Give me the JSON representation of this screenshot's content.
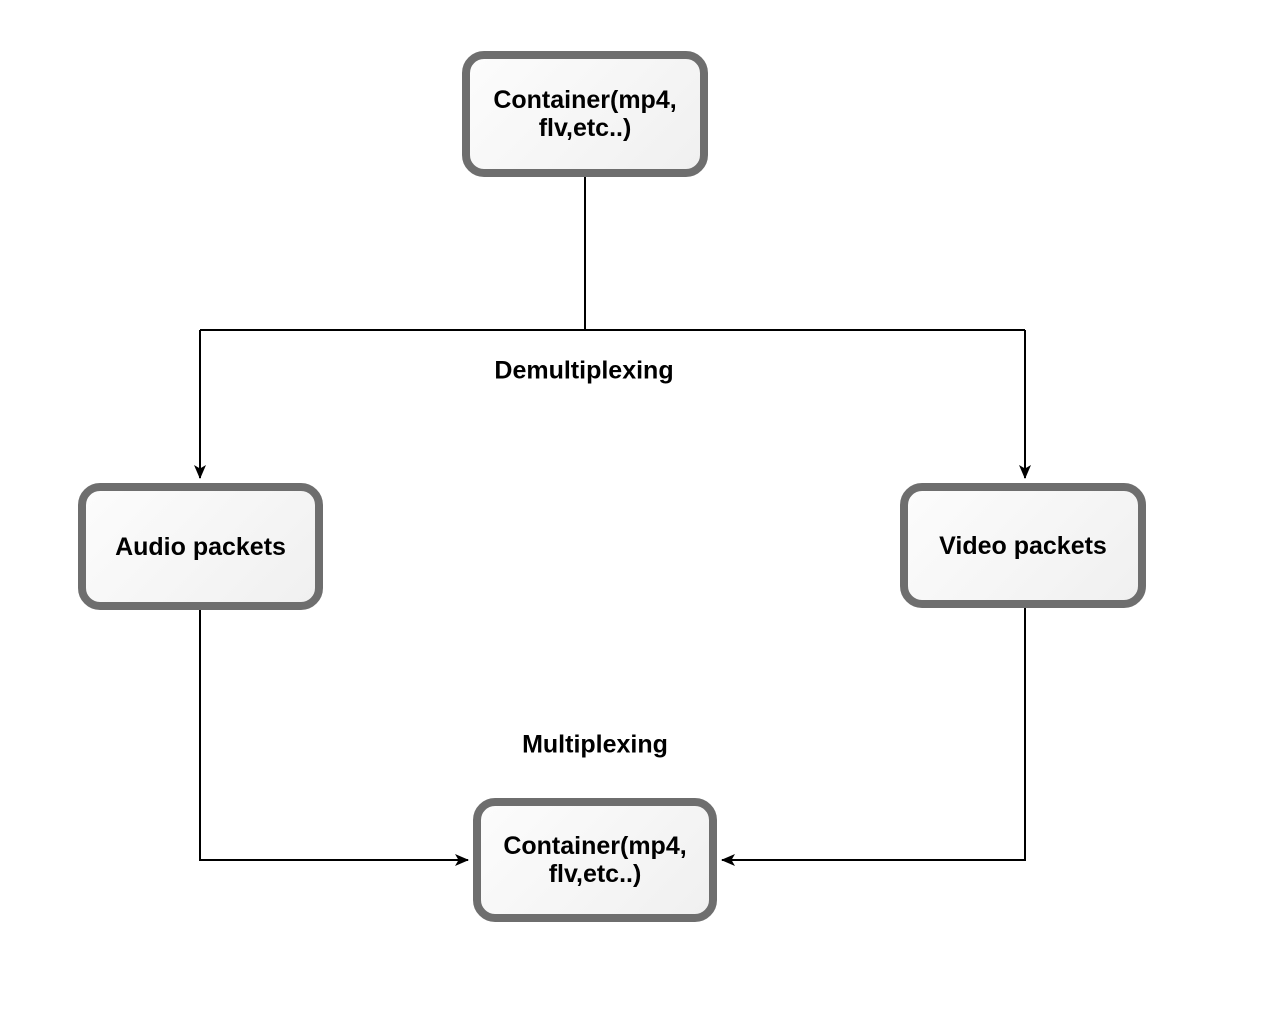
{
  "diagram": {
    "type": "flowchart",
    "nodes": [
      {
        "id": "container-source",
        "label": "Container(mp4, flv,etc..)"
      },
      {
        "id": "audio-packets",
        "label": "Audio packets"
      },
      {
        "id": "video-packets",
        "label": "Video packets"
      },
      {
        "id": "container-output",
        "label": "Container(mp4, flv,etc..)"
      }
    ],
    "edge_labels": [
      {
        "id": "demultiplexing",
        "text": "Demultiplexing"
      },
      {
        "id": "multiplexing",
        "text": "Multiplexing"
      }
    ],
    "edges": [
      {
        "from": "container-source",
        "to": "audio-packets",
        "label": "Demultiplexing",
        "arrow": "down"
      },
      {
        "from": "container-source",
        "to": "video-packets",
        "label": "Demultiplexing",
        "arrow": "down"
      },
      {
        "from": "audio-packets",
        "to": "container-output",
        "label": "Multiplexing",
        "arrow": "right"
      },
      {
        "from": "video-packets",
        "to": "container-output",
        "label": "Multiplexing",
        "arrow": "left"
      }
    ],
    "colors": {
      "background": "#ffffff",
      "node_border": "#6e6e6e",
      "node_fill_start": "#fcfcfc",
      "node_fill_end": "#f0f0f0",
      "connector": "#000000",
      "text": "#000000"
    }
  }
}
